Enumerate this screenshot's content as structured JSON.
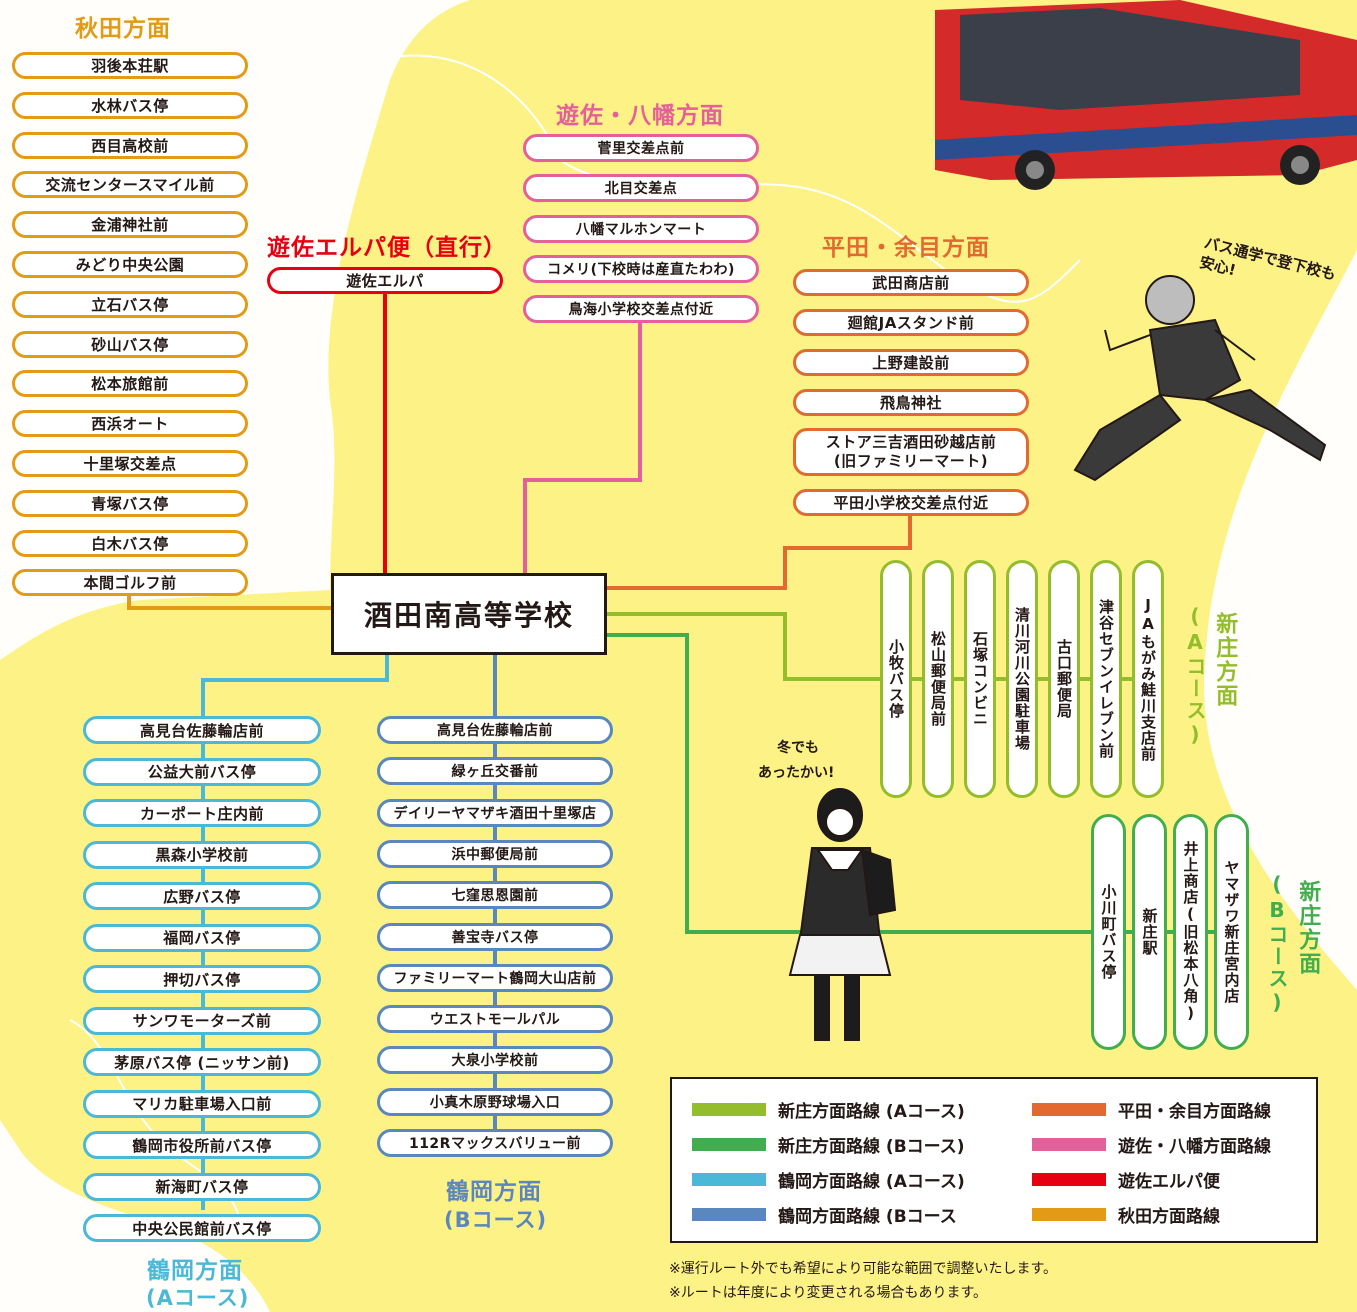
{
  "colors": {
    "akita": "#e39a14",
    "yuza_elpa": "#e60012",
    "yuza_yawata": "#e4609b",
    "hirata": "#e26a31",
    "shinjo_a": "#94bd2c",
    "shinjo_b": "#41ad4e",
    "tsuruoka_a": "#4ab8d6",
    "tsuruoka_b": "#5a87bd",
    "map_yellow": "#fdf286"
  },
  "school": "酒田南高等学校",
  "akita": {
    "title": "秋田方面",
    "stops": [
      "羽後本荘駅",
      "水林バス停",
      "西目高校前",
      "交流センタースマイル前",
      "金浦神社前",
      "みどり中央公園",
      "立石バス停",
      "砂山バス停",
      "松本旅館前",
      "西浜オート",
      "十里塚交差点",
      "青塚バス停",
      "白木バス停",
      "本間ゴルフ前"
    ]
  },
  "elpa": {
    "title": "遊佐エルパ便（直行）",
    "stops": [
      "遊佐エルパ"
    ]
  },
  "yawata": {
    "title": "遊佐・八幡方面",
    "stops": [
      "菅里交差点前",
      "北目交差点",
      "八幡マルホンマート",
      "コメリ(下校時は産直たわわ)",
      "鳥海小学校交差点付近"
    ]
  },
  "hirata": {
    "title": "平田・余目方面",
    "stops": [
      "武田商店前",
      "廻館JAスタンド前",
      "上野建設前",
      "飛鳥神社",
      "ストア三吉酒田砂越店前",
      "(旧ファミリーマート)",
      "平田小学校交差点付近"
    ]
  },
  "shinjo_a": {
    "title": "新庄方面",
    "sub": "(Aコース)",
    "stops": [
      "小牧バス停",
      "松山郵便局前",
      "石塚コンビニ",
      "清川河川公園駐車場",
      "古口郵便局",
      "津谷セブンイレブン前",
      "JAもがみ鮭川支店前"
    ]
  },
  "shinjo_b": {
    "title": "新庄方面",
    "sub": "(Bコース)",
    "stops": [
      "小川町バス停",
      "新庄駅",
      "井上商店(旧松本八角)",
      "ヤマザワ新庄宮内店"
    ]
  },
  "tsuruoka_a": {
    "title": "鶴岡方面",
    "sub": "(Aコース)",
    "stops": [
      "高見台佐藤輪店前",
      "公益大前バス停",
      "カーポート庄内前",
      "黒森小学校前",
      "広野バス停",
      "福岡バス停",
      "押切バス停",
      "サンワモーターズ前",
      "茅原バス停 (ニッサン前)",
      "マリカ駐車場入口前",
      "鶴岡市役所前バス停",
      "新海町バス停",
      "中央公民館前バス停"
    ]
  },
  "tsuruoka_b": {
    "title": "鶴岡方面",
    "sub": "(Bコース)",
    "stops": [
      "高見台佐藤輪店前",
      "緑ヶ丘交番前",
      "デイリーヤマザキ酒田十里塚店",
      "浜中郵便局前",
      "七窪思恩園前",
      "善宝寺バス停",
      "ファミリーマート鶴岡大山店前",
      "ウエストモールパル",
      "大泉小学校前",
      "小真木原野球場入口",
      "112Rマックスバリュー前"
    ]
  },
  "legend": {
    "items": [
      "新庄方面路線 (Aコース)",
      "新庄方面路線 (Bコース)",
      "鶴岡方面路線 (Aコース)",
      "鶴岡方面路線 (Bコース",
      "平田・余目方面路線",
      "遊佐・八幡方面路線",
      "遊佐エルパ便",
      "秋田方面路線"
    ]
  },
  "notes": [
    "※運行ルート外でも希望により可能な範囲で調整いたします。",
    "※ルートは年度により変更される場合もあります。"
  ],
  "bubbles": {
    "boy": "バス通学で登下校も安心!",
    "girl_line1": "冬でも",
    "girl_line2": "あったかい!"
  }
}
